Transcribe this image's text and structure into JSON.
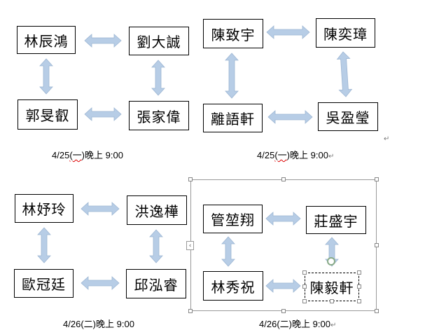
{
  "groups": [
    {
      "names": {
        "tl": "林辰鴻",
        "tr": "劉大誠",
        "bl": "郭旻叡",
        "br": "張家偉"
      },
      "caption": {
        "date": "4/25",
        "paren_open": "(",
        "weekday": "一",
        "paren_close": ")",
        "time": "晚上 9:00",
        "mark": ""
      }
    },
    {
      "names": {
        "tl": "陳致宇",
        "tr": "陳奕璋",
        "bl": "離語軒",
        "br": "吳盈瑩"
      },
      "caption": {
        "date": "4/25",
        "paren_open": "(",
        "weekday": "一",
        "paren_close": ")",
        "time": "晚上 9:00",
        "mark": "↵"
      }
    },
    {
      "names": {
        "tl": "林妤玲",
        "tr": "洪逸樺",
        "bl": "歐冠廷",
        "br": "邱泓睿"
      },
      "caption": {
        "date": "4/26",
        "paren_open": "(",
        "weekday": "二",
        "paren_close": ")",
        "time": "晚上 9:00",
        "mark": ""
      }
    },
    {
      "names": {
        "tl": "管堃翔",
        "tr": "莊盛宇",
        "bl": "林秀祝",
        "br": "陳毅軒"
      },
      "caption": {
        "date": "4/26",
        "paren_open": "(",
        "weekday": "二",
        "paren_close": ")",
        "time": "晚上 9:00",
        "mark": "↵"
      }
    }
  ],
  "paragraph_mark": "↵",
  "collapse_tab": "‹",
  "colors": {
    "arrow": "#b7cde6",
    "arrow_edge": "#9db6d3"
  }
}
